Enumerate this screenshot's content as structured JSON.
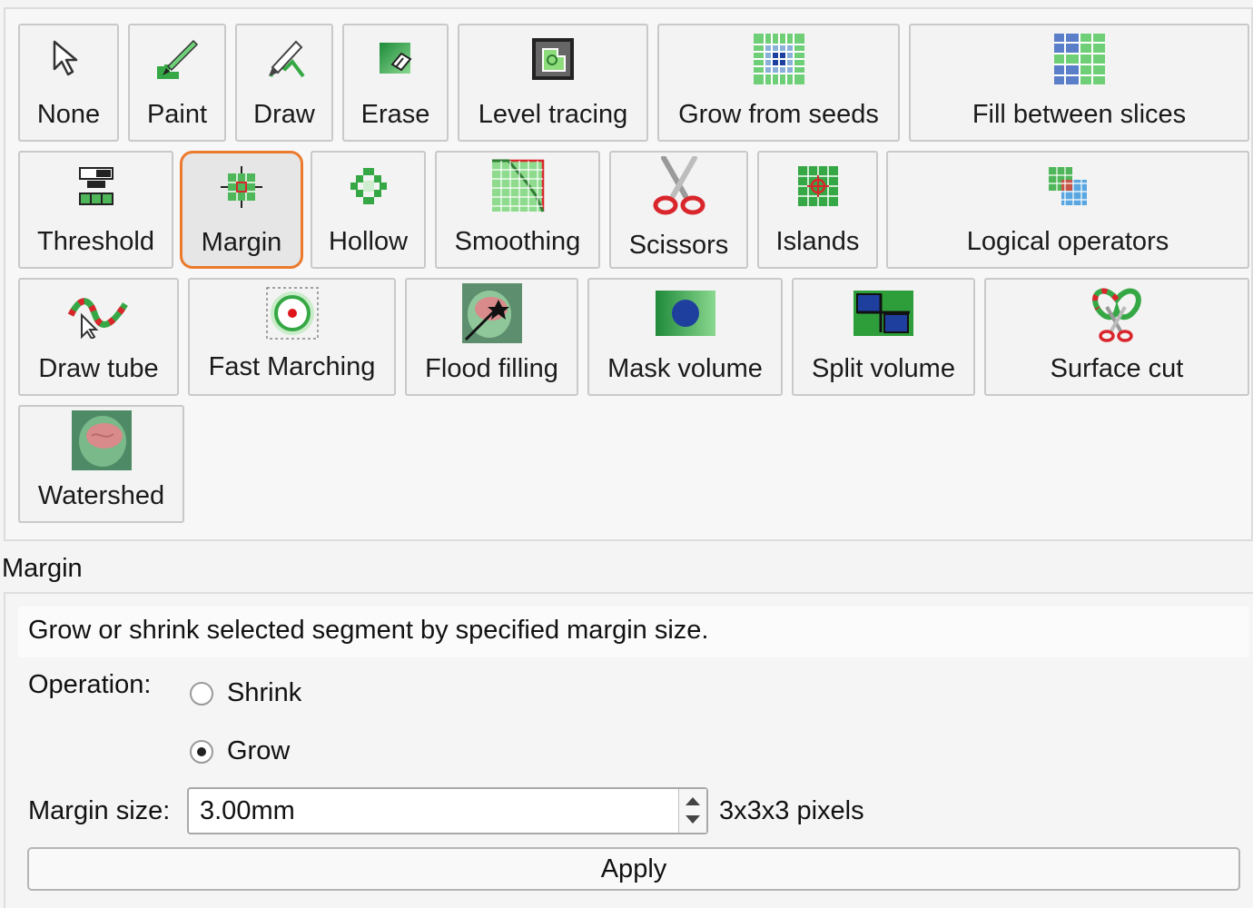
{
  "tools": {
    "none": "None",
    "paint": "Paint",
    "draw": "Draw",
    "erase": "Erase",
    "level_tracing": "Level tracing",
    "grow_from_seeds": "Grow from seeds",
    "fill_between_slices": "Fill between slices",
    "threshold": "Threshold",
    "margin": "Margin",
    "hollow": "Hollow",
    "smoothing": "Smoothing",
    "scissors": "Scissors",
    "islands": "Islands",
    "logical_operators": "Logical operators",
    "draw_tube": "Draw tube",
    "fast_marching": "Fast Marching",
    "flood_filling": "Flood filling",
    "mask_volume": "Mask volume",
    "split_volume": "Split volume",
    "surface_cut": "Surface cut",
    "watershed": "Watershed"
  },
  "selected_tool": "Margin",
  "options": {
    "title": "Margin",
    "description": "Grow or shrink selected segment by specified margin size.",
    "operation_label": "Operation:",
    "operation_options": [
      "Shrink",
      "Grow"
    ],
    "operation_selected": "Grow",
    "margin_size_label": "Margin size:",
    "margin_size_value": "3.00mm",
    "margin_pixels": "3x3x3 pixels",
    "apply_label": "Apply"
  },
  "colors": {
    "selection_outline": "#ec7a2c",
    "icon_green": "#2e9e3a",
    "icon_red": "#d9262c",
    "icon_blue": "#1e3f9e"
  }
}
